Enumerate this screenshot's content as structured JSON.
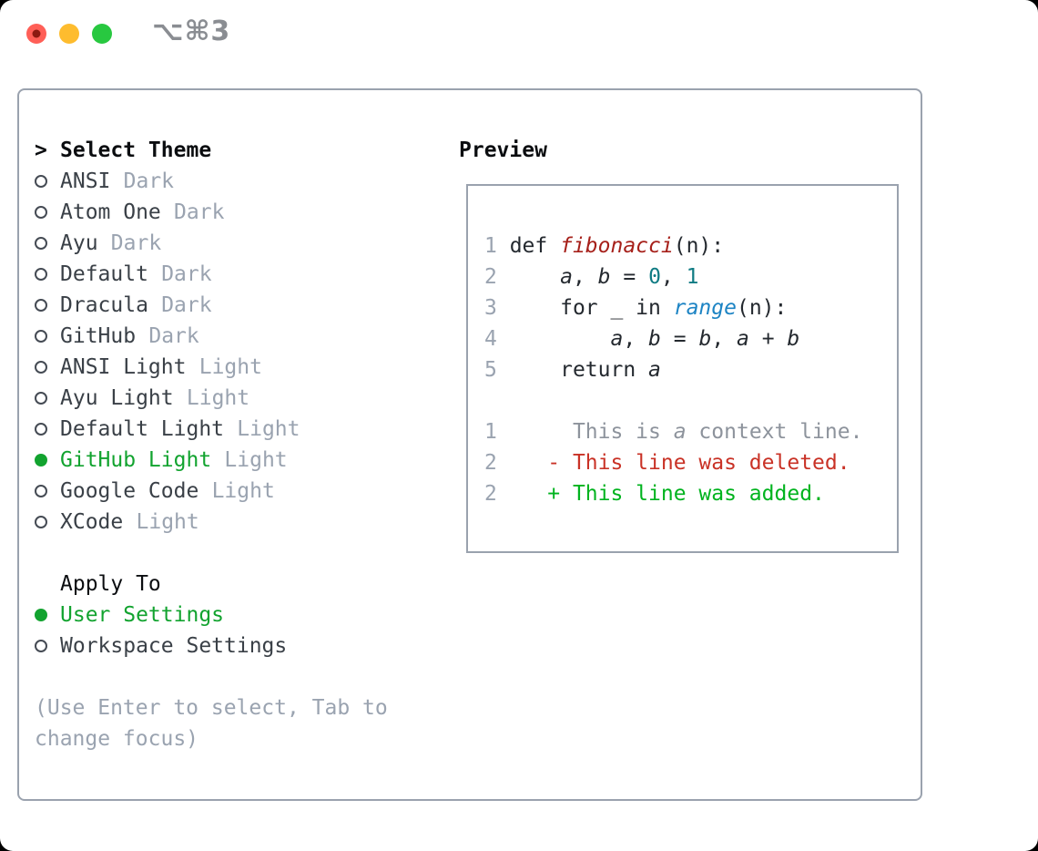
{
  "titlebar": {
    "shortcut": "⌥⌘3",
    "buttons": [
      {
        "id": "close",
        "color": "#ff5f57",
        "dot": "#8c1a11"
      },
      {
        "id": "minimize",
        "color": "#febc2e"
      },
      {
        "id": "zoom",
        "color": "#28c840"
      }
    ]
  },
  "theme_panel": {
    "prompt": ">",
    "title": "Select Theme",
    "themes": [
      {
        "name": "ANSI",
        "variant": "Dark",
        "selected": false
      },
      {
        "name": "Atom One",
        "variant": "Dark",
        "selected": false
      },
      {
        "name": "Ayu",
        "variant": "Dark",
        "selected": false
      },
      {
        "name": "Default",
        "variant": "Dark",
        "selected": false
      },
      {
        "name": "Dracula",
        "variant": "Dark",
        "selected": false
      },
      {
        "name": "GitHub",
        "variant": "Dark",
        "selected": false
      },
      {
        "name": "ANSI Light",
        "variant": "Light",
        "selected": false
      },
      {
        "name": "Ayu Light",
        "variant": "Light",
        "selected": false
      },
      {
        "name": "Default Light",
        "variant": "Light",
        "selected": false
      },
      {
        "name": "GitHub Light",
        "variant": "Light",
        "selected": true
      },
      {
        "name": "Google Code",
        "variant": "Light",
        "selected": false
      },
      {
        "name": "XCode",
        "variant": "Light",
        "selected": false
      }
    ],
    "apply_to": {
      "title": "Apply To",
      "options": [
        {
          "name": "User Settings",
          "selected": true
        },
        {
          "name": "Workspace Settings",
          "selected": false
        }
      ]
    },
    "help_lines": [
      "(Use Enter to select, Tab to",
      "change focus)"
    ]
  },
  "preview": {
    "title": "Preview",
    "token_colors": {
      "lnum": "#9aa3b0",
      "plain": "#24292f",
      "func": "#a6201a",
      "var": "#24292f",
      "num": "#0f7b83",
      "builtin": "#1d84c4",
      "ctx": "#8d939c",
      "ctxi": "#8d939c",
      "del": "#c93226",
      "add": "#00b31e"
    },
    "italic_tokens": [
      "func",
      "var",
      "builtin",
      "ctxi"
    ],
    "lines": [
      [
        [
          "lnum",
          "1 "
        ],
        [
          "plain",
          "def "
        ],
        [
          "func",
          "fibonacci"
        ],
        [
          "plain",
          "(n):"
        ]
      ],
      [
        [
          "lnum",
          "2 "
        ],
        [
          "plain",
          "    "
        ],
        [
          "var",
          "a"
        ],
        [
          "plain",
          ", "
        ],
        [
          "var",
          "b"
        ],
        [
          "plain",
          " = "
        ],
        [
          "num",
          "0"
        ],
        [
          "plain",
          ", "
        ],
        [
          "num",
          "1"
        ]
      ],
      [
        [
          "lnum",
          "3 "
        ],
        [
          "plain",
          "    for _ in "
        ],
        [
          "builtin",
          "range"
        ],
        [
          "plain",
          "(n):"
        ]
      ],
      [
        [
          "lnum",
          "4 "
        ],
        [
          "plain",
          "        "
        ],
        [
          "var",
          "a"
        ],
        [
          "plain",
          ", "
        ],
        [
          "var",
          "b"
        ],
        [
          "plain",
          " = "
        ],
        [
          "var",
          "b"
        ],
        [
          "plain",
          ", "
        ],
        [
          "var",
          "a"
        ],
        [
          "plain",
          " + "
        ],
        [
          "var",
          "b"
        ]
      ],
      [
        [
          "lnum",
          "5 "
        ],
        [
          "plain",
          "    return "
        ],
        [
          "var",
          "a"
        ]
      ],
      [],
      [
        [
          "lnum",
          "1 "
        ],
        [
          "ctx",
          "     This is "
        ],
        [
          "ctxi",
          "a"
        ],
        [
          "ctx",
          " context line."
        ]
      ],
      [
        [
          "lnum",
          "2 "
        ],
        [
          "del",
          "   - This line was deleted."
        ]
      ],
      [
        [
          "lnum",
          "2 "
        ],
        [
          "add",
          "   + This line was added."
        ]
      ]
    ]
  },
  "colors": {
    "accent_green": "#12a32f",
    "muted_gray": "#9aa3b0",
    "item_text": "#3a4047",
    "heading_text": "#0b0d10",
    "radio_outline": "#454b54",
    "panel_border": "#9aa2ae",
    "window_bg": "#ffffff",
    "page_bg": "#000000"
  }
}
